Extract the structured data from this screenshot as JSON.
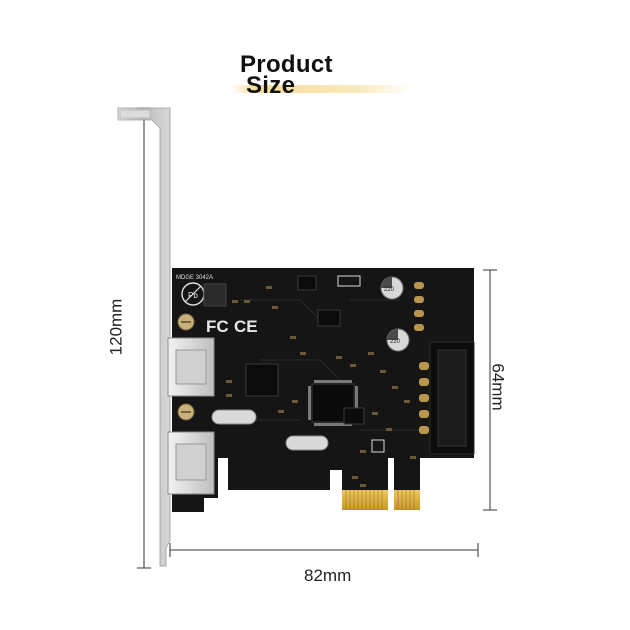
{
  "title": {
    "line1": "Product",
    "line2": "Size"
  },
  "dimensions": {
    "height": "120mm",
    "width": "82mm",
    "card_height": "64mm"
  },
  "board_markings": {
    "model": "MDGE 3042A",
    "fc_mark": "FC",
    "ce_mark": "CE",
    "cap1": "220",
    "cap2": "220",
    "pb_mark": "Pb"
  },
  "colors": {
    "pcb": "#151515",
    "bracket": "#c9c9c9",
    "gold": "#d8a93a",
    "dimension_line": "#333333"
  }
}
